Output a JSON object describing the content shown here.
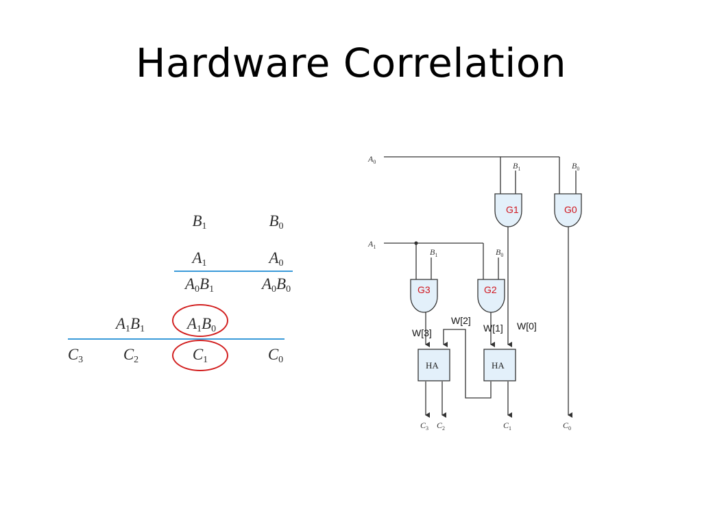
{
  "title": "Hardware Correlation",
  "multiplication": {
    "row1": {
      "left": {
        "v": "B",
        "s": "1"
      },
      "right": {
        "v": "B",
        "s": "0"
      }
    },
    "row2": {
      "left": {
        "v": "A",
        "s": "1"
      },
      "right": {
        "v": "A",
        "s": "0"
      }
    },
    "row3": {
      "left": {
        "v1": "A",
        "s1": "0",
        "v2": "B",
        "s2": "1"
      },
      "right": {
        "v1": "A",
        "s1": "0",
        "v2": "B",
        "s2": "0"
      }
    },
    "row4": {
      "left": {
        "v1": "A",
        "s1": "1",
        "v2": "B",
        "s2": "1"
      },
      "right": {
        "v1": "A",
        "s1": "1",
        "v2": "B",
        "s2": "0"
      }
    },
    "result": [
      {
        "v": "C",
        "s": "3"
      },
      {
        "v": "C",
        "s": "2"
      },
      {
        "v": "C",
        "s": "1"
      },
      {
        "v": "C",
        "s": "0"
      }
    ]
  },
  "circuit": {
    "inputs": {
      "a0": {
        "v": "A",
        "s": "0"
      },
      "a1": {
        "v": "A",
        "s": "1"
      },
      "g1_b": {
        "v": "B",
        "s": "1"
      },
      "g0_b": {
        "v": "B",
        "s": "0"
      },
      "g3_b": {
        "v": "B",
        "s": "1"
      },
      "g2_b": {
        "v": "B",
        "s": "0"
      }
    },
    "gates": {
      "g0": "G0",
      "g1": "G1",
      "g2": "G2",
      "g3": "G3"
    },
    "wires": {
      "w0": "W[0]",
      "w1": "W[1]",
      "w2": "W[2]",
      "w3": "W[3]"
    },
    "adders": {
      "left": "HA",
      "right": "HA"
    },
    "outputs": {
      "c3": {
        "v": "C",
        "s": "3"
      },
      "c2": {
        "v": "C",
        "s": "2"
      },
      "c1": {
        "v": "C",
        "s": "1"
      },
      "c0": {
        "v": "C",
        "s": "0"
      }
    }
  },
  "colors": {
    "gate_fill": "#e3f0fa",
    "gate_label": "#d0141c",
    "highlight": "#d21f1f",
    "rule": "#3a9ad9"
  }
}
